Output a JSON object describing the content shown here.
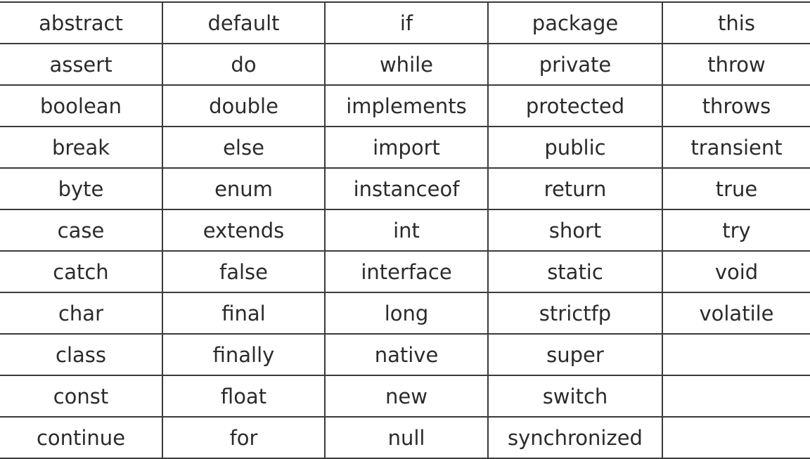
{
  "table": {
    "rows": [
      [
        "abstract",
        "default",
        "if",
        "package",
        "this"
      ],
      [
        "assert",
        "do",
        "while",
        "private",
        "throw"
      ],
      [
        "boolean",
        "double",
        "implements",
        "protected",
        "throws"
      ],
      [
        "break",
        "else",
        "import",
        "public",
        "transient"
      ],
      [
        "byte",
        "enum",
        "instanceof",
        "return",
        "true"
      ],
      [
        "case",
        "extends",
        "int",
        "short",
        "try"
      ],
      [
        "catch",
        "false",
        "interface",
        "static",
        "void"
      ],
      [
        "char",
        "final",
        "long",
        "strictfp",
        "volatile"
      ],
      [
        "class",
        "finally",
        "native",
        "super",
        ""
      ],
      [
        "const",
        "float",
        "new",
        "switch",
        ""
      ],
      [
        "continue",
        "for",
        "null",
        "synchronized",
        ""
      ]
    ]
  }
}
